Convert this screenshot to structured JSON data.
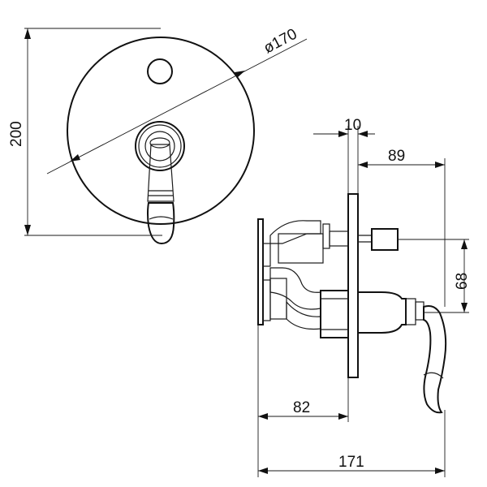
{
  "dimensions": {
    "height": "200",
    "diameter": "ø170",
    "plate_thickness": "10",
    "front_projection": "89",
    "outlet_spacing": "68",
    "rear_depth": "82",
    "total_depth": "171"
  }
}
